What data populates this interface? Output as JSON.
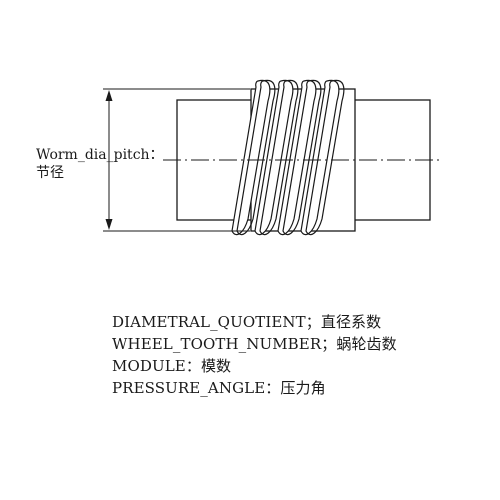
{
  "dimension": {
    "label_en": "Worm_dia_pitch：",
    "label_zh": "节径"
  },
  "parameters": [
    {
      "name": "DIAMETRAL_QUOTIENT",
      "sep": "；",
      "label": "直径系数"
    },
    {
      "name": "WHEEL_TOOTH_NUMBER",
      "sep": "；",
      "label": "蜗轮齿数"
    },
    {
      "name": "MODULE",
      "sep": "：",
      "label": "模数"
    },
    {
      "name": "PRESSURE_ANGLE",
      "sep": "：",
      "label": "压力角"
    }
  ],
  "colors": {
    "stroke": "#1a1a1a",
    "background": "#ffffff"
  }
}
